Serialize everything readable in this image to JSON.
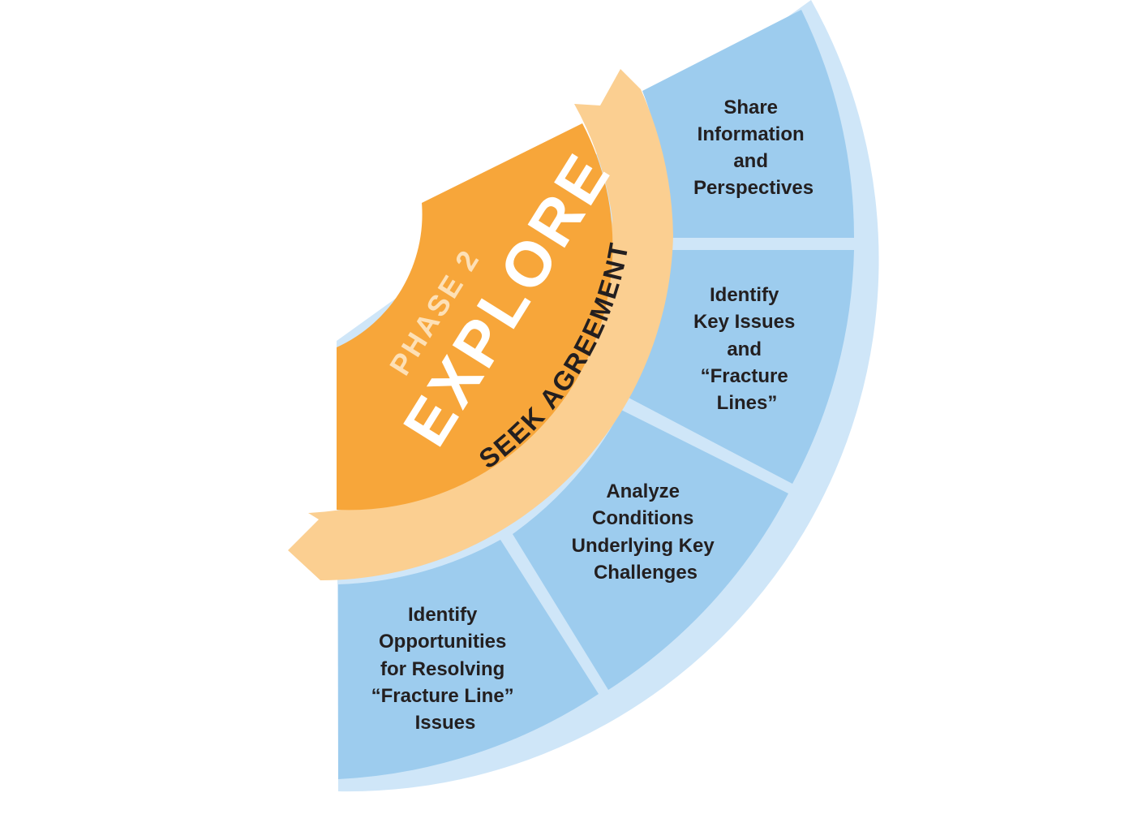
{
  "phase": {
    "number_label": "PHASE 2",
    "name": "EXPLORE"
  },
  "arrow_label": "SEEK AGREEMENT",
  "steps": [
    {
      "lines": [
        "Share",
        "Information",
        "and",
        "Perspectives"
      ]
    },
    {
      "lines": [
        "Identify",
        "Key Issues",
        "and",
        "“Fracture",
        "Lines”"
      ]
    },
    {
      "lines": [
        "Analyze",
        "Conditions",
        "Underlying Key",
        "Challenges"
      ]
    },
    {
      "lines": [
        "Identify",
        "Opportunities",
        "for Resolving",
        "“Fracture Line”",
        "Issues"
      ]
    }
  ],
  "colors": {
    "ring_outer": "#cfe6f8",
    "segment": "#9dccee",
    "arrow": "#fbcf91",
    "phase": "#f7a63a",
    "phase_light_text": "#fde0b6",
    "step_text": "#231f20"
  }
}
